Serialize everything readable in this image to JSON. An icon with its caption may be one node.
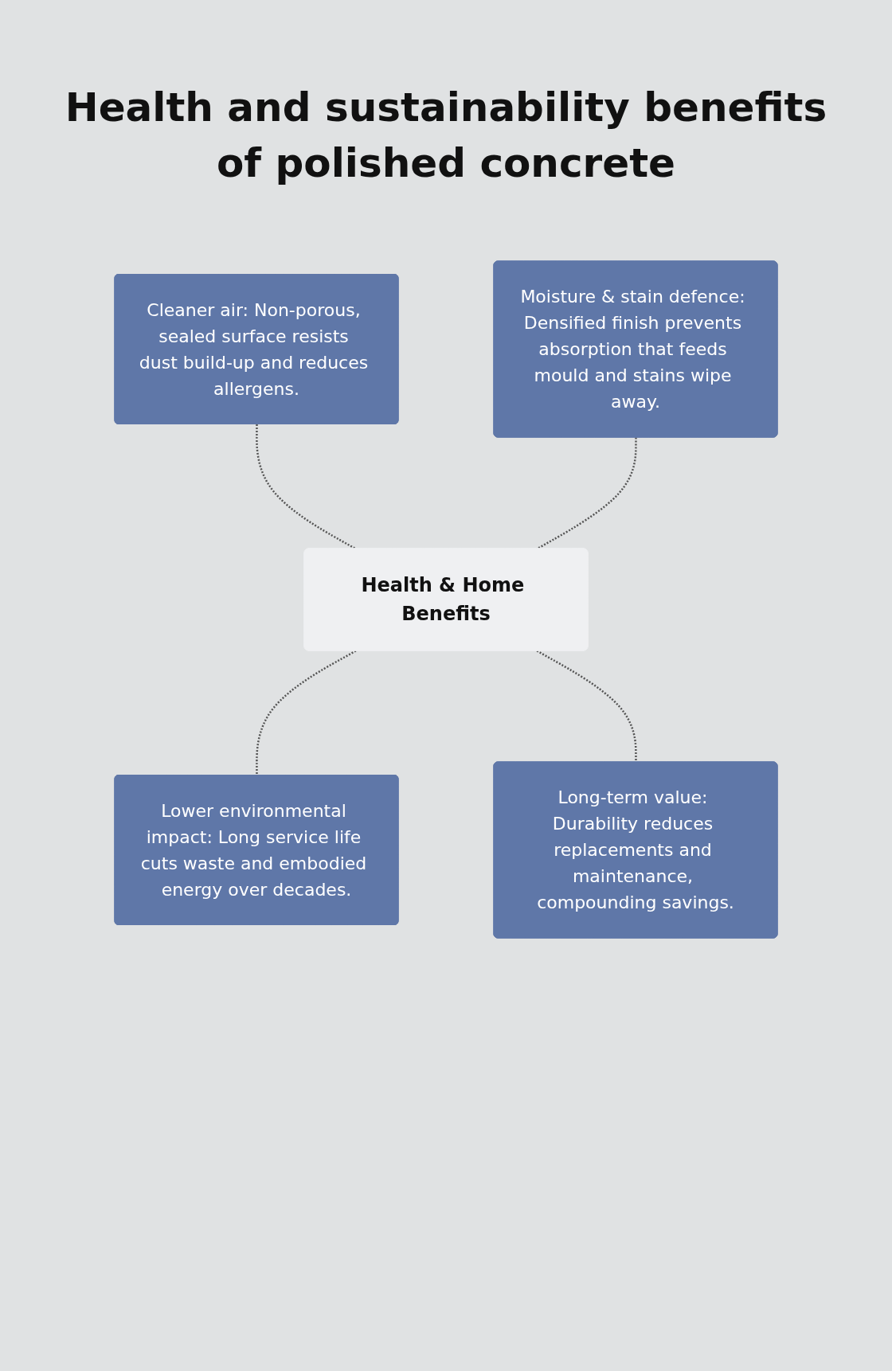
{
  "diagram": {
    "title": "Health and sustainability benefits of polished concrete",
    "nodes": [
      {
        "text": [
          "Cleaner air: Non-porous, sealed surface resists dust build-up and reduces allergens."
        ]
      },
      {
        "text": [
          "Moisture & stain defence: Densified finish prevents absorption that feeds mould and stains wipe away."
        ]
      },
      {
        "text": [
          "Health & Home Benefits"
        ]
      },
      {
        "text": [
          "Lower environmental impact: Long service life cuts waste and embodied energy over decades."
        ]
      },
      {
        "text": [
          "Long-term value: Durability reduces replacements and maintenance, compounding savings."
        ]
      }
    ],
    "edges": [
      {
        "from": 0,
        "to": 2,
        "arrow": "none",
        "style": "dashed"
      },
      {
        "from": 1,
        "to": 2,
        "arrow": "none",
        "style": "dashed"
      },
      {
        "from": 2,
        "to": 3,
        "arrow": "none",
        "style": "dashed"
      },
      {
        "from": 2,
        "to": 4,
        "arrow": "none",
        "style": "dashed"
      }
    ]
  }
}
